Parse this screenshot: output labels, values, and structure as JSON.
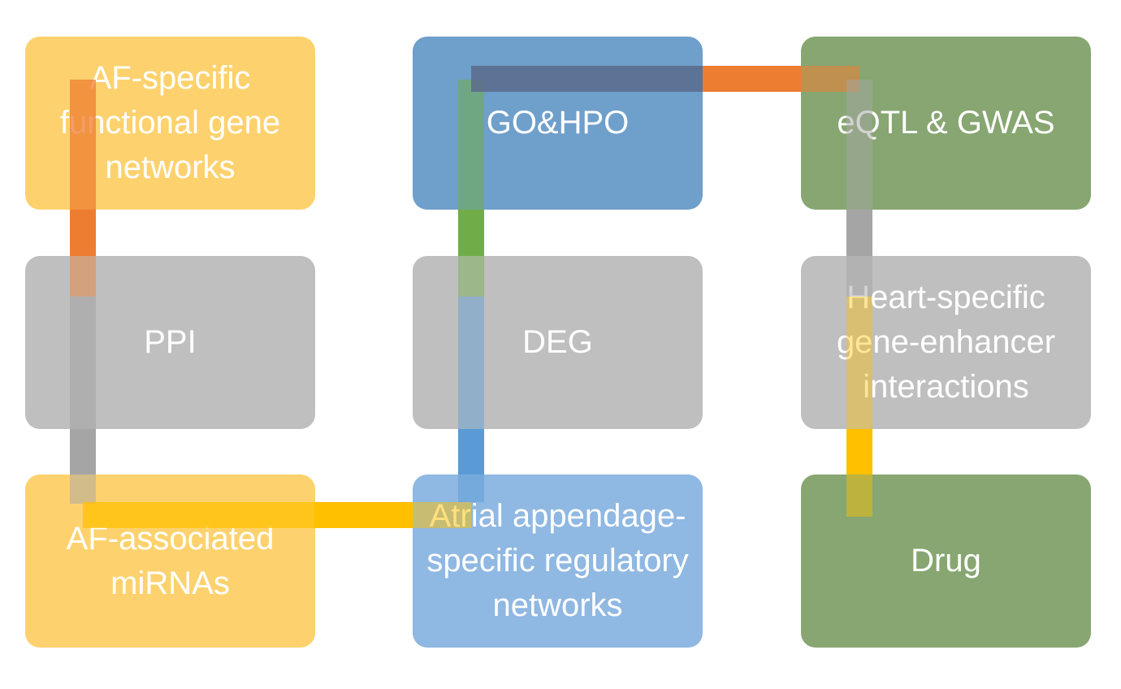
{
  "boxes": [
    {
      "id": "af-specific-functional-gene-networks",
      "label": "AF-specific\nfunctional gene\nnetworks",
      "color": "#FDD26E"
    },
    {
      "id": "go-hpo",
      "label": "GO&HPO",
      "color": "#6F9FCB"
    },
    {
      "id": "eqtl-gwas",
      "label": "eQTL & GWAS",
      "color": "#87A671"
    },
    {
      "id": "ppi",
      "label": "PPI",
      "color": "#BFBFBF"
    },
    {
      "id": "deg",
      "label": "DEG",
      "color": "#BFBFBF"
    },
    {
      "id": "heart-specific-gene-enhancer-interactions",
      "label": "Heart-specific\ngene-enhancer\ninteractions",
      "color": "#BFBFBF"
    },
    {
      "id": "af-associated-mirnas",
      "label": "AF-associated\nmiRNAs",
      "color": "#FDD26E"
    },
    {
      "id": "atrial-appendage-specific-regulatory-networks",
      "label": "Atrial appendage-\nspecific regulatory\nnetworks",
      "color": "#8FB8E2"
    },
    {
      "id": "drug",
      "label": "Drug",
      "color": "#87A671"
    }
  ],
  "colors": {
    "orange": "#ED7D31",
    "green": "#70AD47",
    "blue": "#5B9BD5",
    "gray": "#A5A5A5",
    "gold": "#FFC000",
    "overlay_slate": "#5A6B8C"
  }
}
